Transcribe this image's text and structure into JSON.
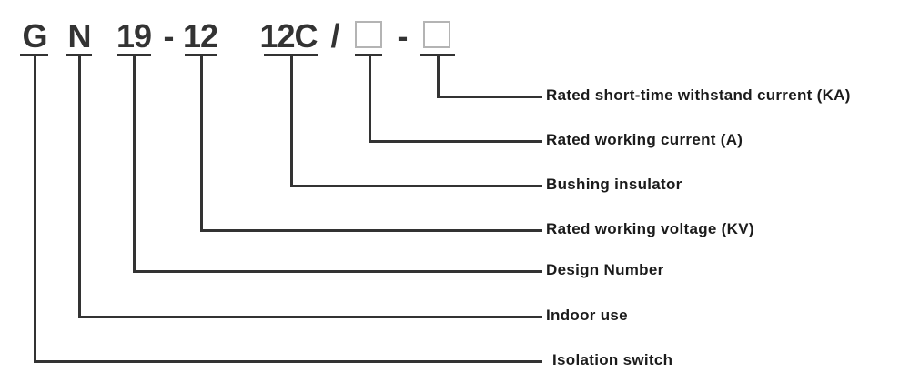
{
  "model_code": {
    "series_letter": "G",
    "installation_letter": "N",
    "design_number": "19",
    "separator_1": "-",
    "voltage_code": "12",
    "bushing_code": "12C",
    "slash": "/",
    "separator_2": "-"
  },
  "legend_labels": [
    "Rated short-time withstand current (KA)",
    "Rated working current (A)",
    "Bushing insulator",
    "Rated working voltage (KV)",
    "Design Number",
    "Indoor use",
    "Isolation switch"
  ],
  "colors": {
    "line": "#333333",
    "code_text": "#333333",
    "label_text": "#1b1b1b",
    "placeholder_box_border": "#b4b4b4",
    "background": "#ffffff"
  }
}
